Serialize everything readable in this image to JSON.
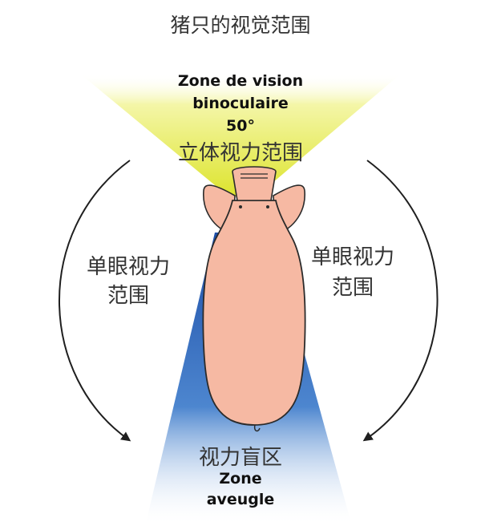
{
  "title": "猪只的视觉范围",
  "binocular_zone": {
    "line1": "Zone de vision",
    "line2": "binoculaire",
    "angle": "50°",
    "label_cn": "立体视力范围"
  },
  "monocular_left": {
    "line1": "单眼视力",
    "line2": "范围"
  },
  "monocular_right": {
    "line1": "单眼视力",
    "line2": "范围"
  },
  "blind_zone": {
    "label_cn": "视力盲区",
    "line1": "Zone",
    "line2": "aveugle"
  },
  "colors": {
    "binocular_yellow": "#e6ec3a",
    "blind_blue": "#2f64b8",
    "pig_pink": "#f6b9a3",
    "pig_outline": "#2b2b2b",
    "arrow": "#1f1f1f"
  }
}
